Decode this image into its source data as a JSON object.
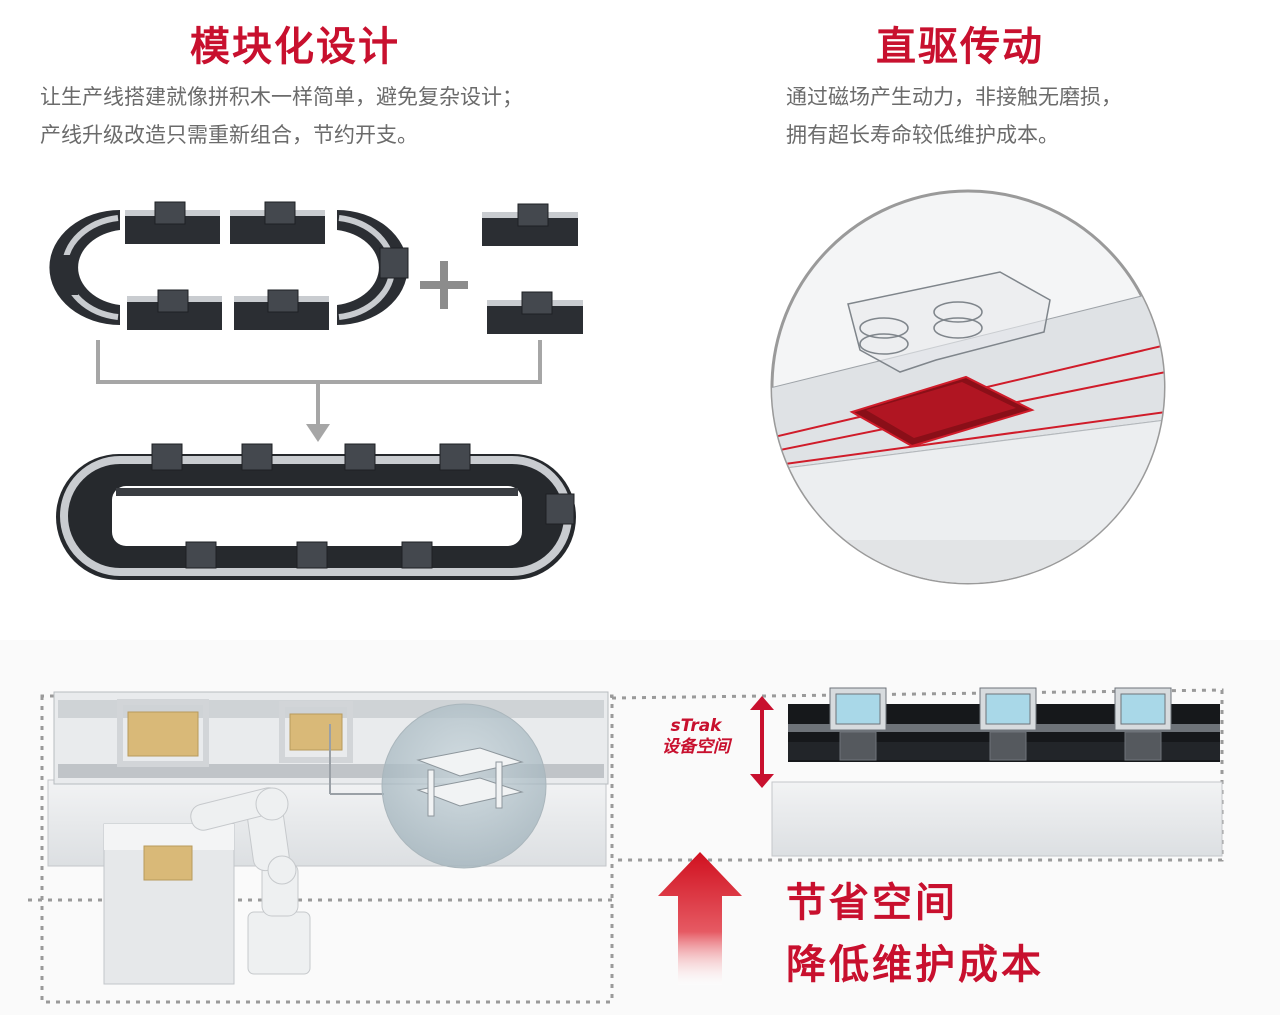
{
  "left_panel": {
    "title": "模块化设计",
    "desc_line1": "让生产线搭建就像拼积木一样简单，避免复杂设计；",
    "desc_line2": "产线升级改造只需重新组合，节约开支。"
  },
  "right_panel": {
    "title": "直驱传动",
    "desc_line1": "通过磁场产生动力，非接触无磨损，",
    "desc_line2": "拥有超长寿命较低维护成本。"
  },
  "bottom_panel": {
    "strak_line1": "sTrak",
    "strak_line2": "设备空间",
    "benefit_line1": "节省空间",
    "benefit_line2": "降低维护成本"
  },
  "colors": {
    "accent_red": "#c8102e",
    "desc_gray": "#6b6b6b",
    "track_dark": "#2b2e33",
    "rail_silver": "#c9ccd0"
  }
}
